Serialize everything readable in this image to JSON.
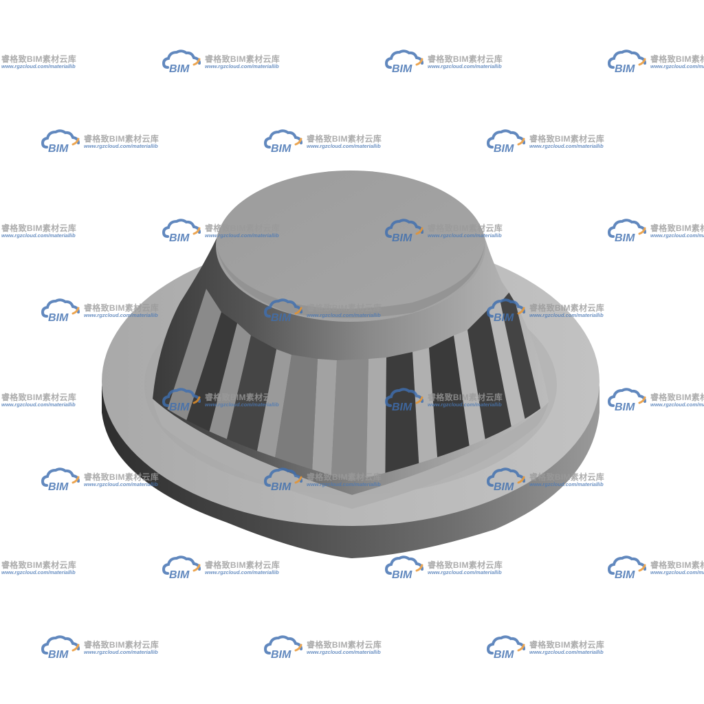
{
  "watermark": {
    "brand": "BIM",
    "name": "睿格致BIM素材云库",
    "url": "www.rgzcloud.com/materiallib",
    "icon": "cloud-logo-icon",
    "colors": {
      "cloud": "#3f6fb0",
      "arc": "#e8922a",
      "text": "#9a9a9a"
    }
  },
  "object": {
    "icon": "floor-drain-grate-model",
    "colors": {
      "light": "#b4b4b4",
      "mid": "#8e8e8e",
      "dark": "#3c3c3c"
    }
  }
}
